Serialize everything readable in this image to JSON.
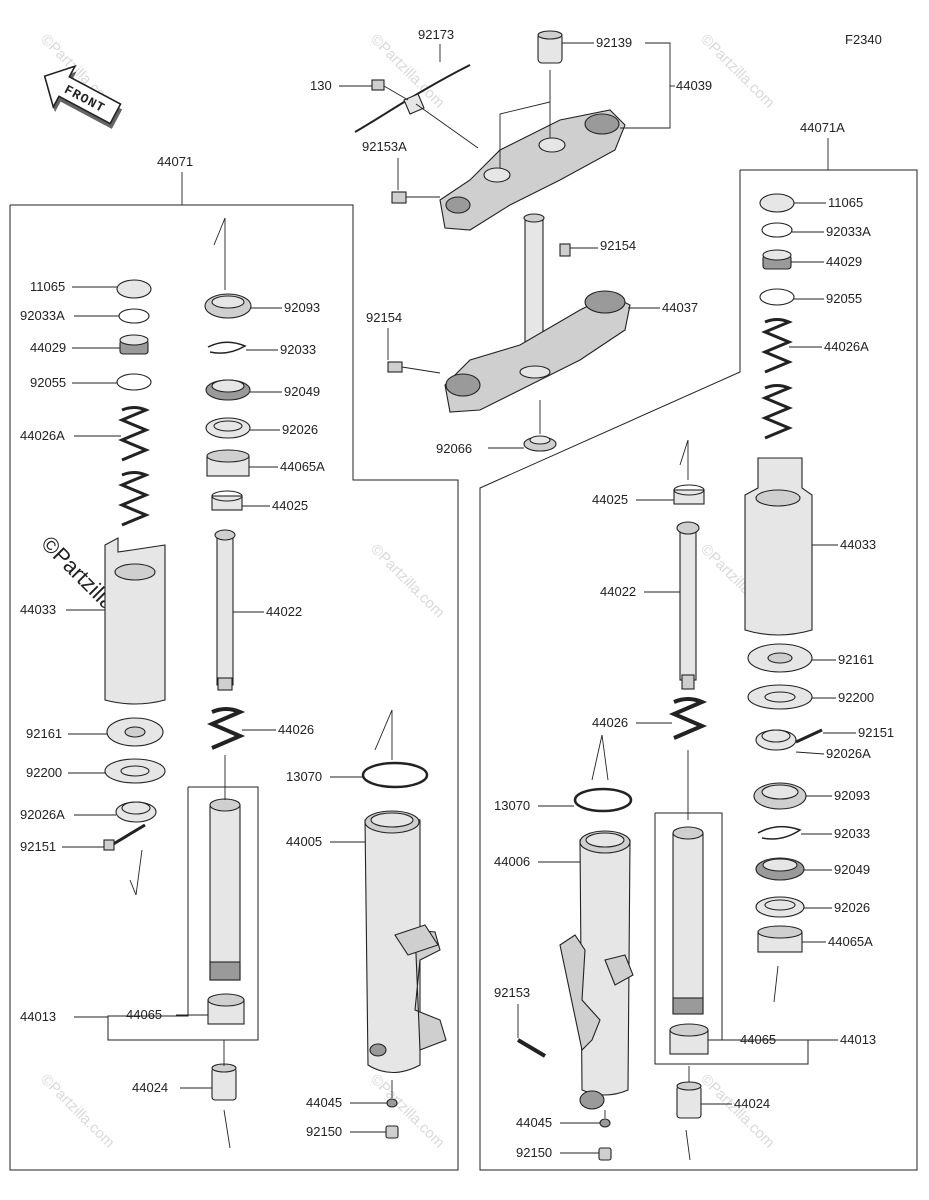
{
  "diagram_code": "F2340",
  "front_label": "FRONT",
  "watermark": "©Partzilla.com",
  "parts": {
    "p92173": "92173",
    "p130": "130",
    "p92139": "92139",
    "p44039": "44039",
    "p92153A": "92153A",
    "p92154a": "92154",
    "p44037": "44037",
    "p92154b": "92154",
    "p92066": "92066",
    "p44071": "44071",
    "p44071A": "44071A",
    "L11065": "11065",
    "L92033A": "92033A",
    "L44029": "44029",
    "L92055": "92055",
    "L44026A": "44026A",
    "L44033": "44033",
    "L92161": "92161",
    "L92200": "92200",
    "L92026A": "92026A",
    "L92151": "92151",
    "L44013": "44013",
    "L44024": "44024",
    "C92093": "92093",
    "C92033": "92033",
    "C92049": "92049",
    "C92026": "92026",
    "C44065A": "44065A",
    "C44025": "44025",
    "C44022": "44022",
    "C44026": "44026",
    "C44065": "44065",
    "C13070": "13070",
    "C44005": "44005",
    "C44045": "44045",
    "C92150": "92150",
    "R44025": "44025",
    "R44022": "44022",
    "R44026": "44026",
    "R13070": "13070",
    "R44006": "44006",
    "R92153": "92153",
    "R44045": "44045",
    "R92150": "92150",
    "R11065": "11065",
    "R92033A": "92033A",
    "R44029": "44029",
    "R92055": "92055",
    "R44026A": "44026A",
    "R44033": "44033",
    "R92161": "92161",
    "R92200": "92200",
    "R92151": "92151",
    "R92026A": "92026A",
    "R92093": "92093",
    "R92033": "92033",
    "R92049": "92049",
    "R92026": "92026",
    "R44065A": "44065A",
    "R44065": "44065",
    "R44013": "44013",
    "R44024": "44024"
  }
}
